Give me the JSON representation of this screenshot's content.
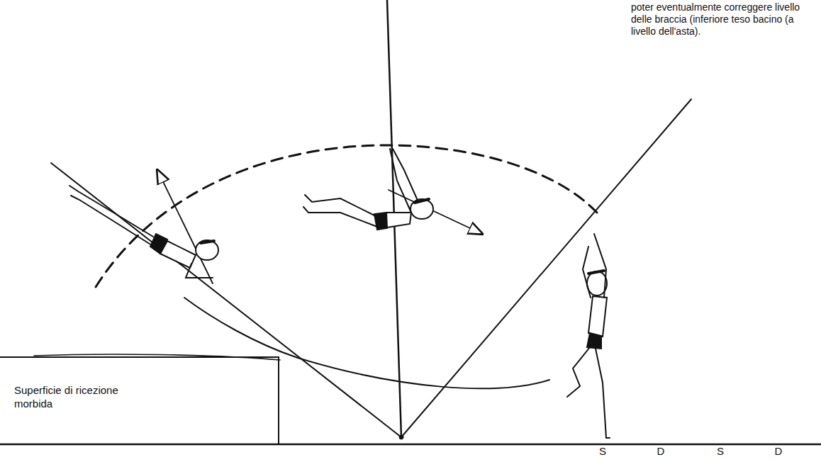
{
  "diagram": {
    "nodes": [
      {
        "text": [
          "Superficie di ricezione morbida"
        ]
      }
    ],
    "labels": [
      "poter eventualmente correggere livello delle braccia (inferiore teso bacino (a livello dell'asta).",
      "S",
      "D",
      "S",
      "D"
    ]
  }
}
